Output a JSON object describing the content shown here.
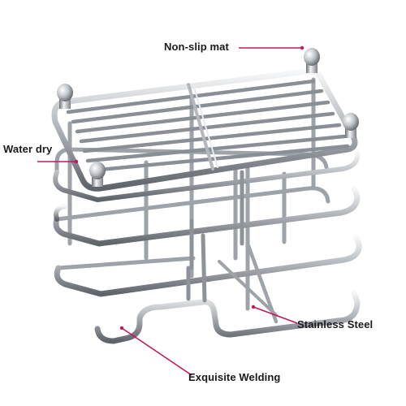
{
  "product": {
    "callouts": {
      "non_slip_mat": "Non-slip mat",
      "water_dry": "Water dry",
      "stainless_steel": "Stainless Steel",
      "exquisite_welding": "Exquisite Welding"
    },
    "colors": {
      "leader_line": "#c2185b",
      "label_text": "#1a1a1a",
      "chrome_light": "#f4f5f6",
      "chrome_mid": "#a9adb2",
      "chrome_dark": "#5c6066",
      "background": "#ffffff"
    }
  }
}
